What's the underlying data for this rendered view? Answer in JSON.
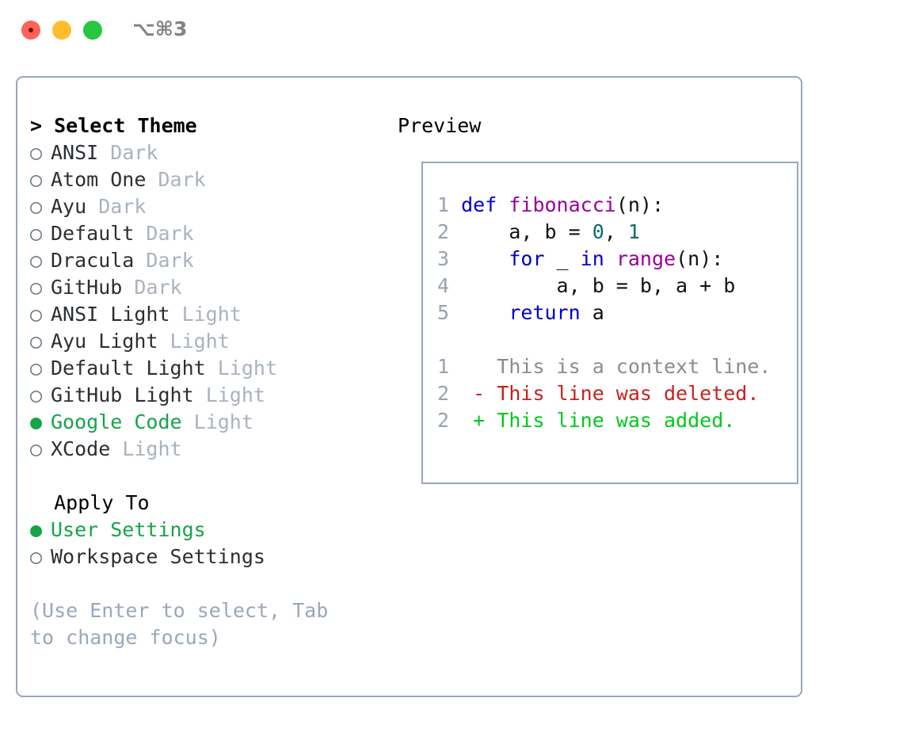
{
  "window": {
    "shortcut": "⌥⌘3",
    "traffic_lights": [
      "close-red",
      "minimize-yellow",
      "maximize-green"
    ]
  },
  "theme_picker": {
    "header": "> Select Theme",
    "options": [
      {
        "bullet": "○",
        "name": "ANSI",
        "kind": "Dark",
        "selected": false
      },
      {
        "bullet": "○",
        "name": "Atom One",
        "kind": "Dark",
        "selected": false
      },
      {
        "bullet": "○",
        "name": "Ayu",
        "kind": "Dark",
        "selected": false
      },
      {
        "bullet": "○",
        "name": "Default",
        "kind": "Dark",
        "selected": false
      },
      {
        "bullet": "○",
        "name": "Dracula",
        "kind": "Dark",
        "selected": false
      },
      {
        "bullet": "○",
        "name": "GitHub",
        "kind": "Dark",
        "selected": false
      },
      {
        "bullet": "○",
        "name": "ANSI Light",
        "kind": "Light",
        "selected": false
      },
      {
        "bullet": "○",
        "name": "Ayu Light",
        "kind": "Light",
        "selected": false
      },
      {
        "bullet": "○",
        "name": "Default Light",
        "kind": "Light",
        "selected": false
      },
      {
        "bullet": "○",
        "name": "GitHub Light",
        "kind": "Light",
        "selected": false
      },
      {
        "bullet": "●",
        "name": "Google Code",
        "kind": "Light",
        "selected": true
      },
      {
        "bullet": "○",
        "name": "XCode",
        "kind": "Light",
        "selected": false
      }
    ]
  },
  "apply_to": {
    "header": "Apply To",
    "options": [
      {
        "bullet": "●",
        "name": "User Settings",
        "selected": true
      },
      {
        "bullet": "○",
        "name": "Workspace Settings",
        "selected": false
      }
    ]
  },
  "hint": "(Use Enter to select, Tab to change focus)",
  "preview": {
    "label": "Preview",
    "code_lines": [
      {
        "no": "1",
        "tokens": [
          {
            "t": "def ",
            "c": "kw"
          },
          {
            "t": "fibonacci",
            "c": "fn"
          },
          {
            "t": "(n):",
            "c": "plain"
          }
        ]
      },
      {
        "no": "2",
        "tokens": [
          {
            "t": "    a, b = ",
            "c": "plain"
          },
          {
            "t": "0",
            "c": "num"
          },
          {
            "t": ", ",
            "c": "plain"
          },
          {
            "t": "1",
            "c": "num"
          }
        ]
      },
      {
        "no": "3",
        "tokens": [
          {
            "t": "    ",
            "c": "plain"
          },
          {
            "t": "for",
            "c": "kw"
          },
          {
            "t": " _ ",
            "c": "plain"
          },
          {
            "t": "in",
            "c": "kw"
          },
          {
            "t": " ",
            "c": "plain"
          },
          {
            "t": "range",
            "c": "fn"
          },
          {
            "t": "(n):",
            "c": "plain"
          }
        ]
      },
      {
        "no": "4",
        "tokens": [
          {
            "t": "        a, b = b, a + b",
            "c": "plain"
          }
        ]
      },
      {
        "no": "5",
        "tokens": [
          {
            "t": "    ",
            "c": "plain"
          },
          {
            "t": "return",
            "c": "kw"
          },
          {
            "t": " a",
            "c": "plain"
          }
        ]
      }
    ],
    "diff_lines": [
      {
        "no": "1",
        "marker": " ",
        "text": " This is a context line.",
        "c": "ctx"
      },
      {
        "no": "2",
        "marker": "-",
        "text": " This line was deleted.",
        "c": "del"
      },
      {
        "no": "2",
        "marker": "+",
        "text": " This line was added.",
        "c": "add"
      }
    ]
  },
  "colors": {
    "accent_green": "#16a34a",
    "border": "#9aa7bb",
    "muted": "#a9b2bd",
    "keyword": "#0000cc",
    "function": "#990099",
    "number": "#096b6b",
    "diff_add": "#00c81e",
    "diff_del": "#cc1f1f",
    "lineno": "#98a2b3"
  }
}
